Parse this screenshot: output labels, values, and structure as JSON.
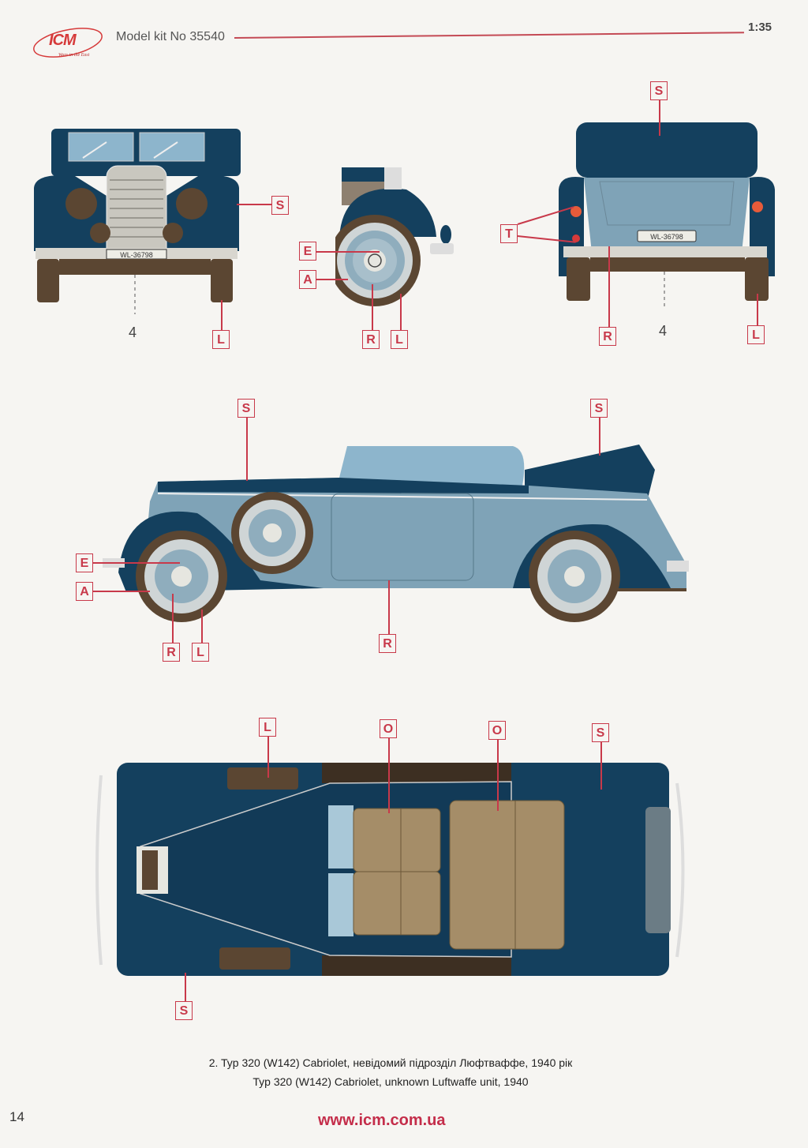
{
  "header": {
    "brand": "ICM",
    "brand_tagline": "Wars in the East",
    "kit_label": "Model kit No 35540",
    "scale": "1:35"
  },
  "views": {
    "front": {
      "license_plate": "WL-36798",
      "dimension_marker": "4",
      "callouts": [
        "S",
        "L"
      ]
    },
    "front_wheel_detail": {
      "callouts": [
        "E",
        "A",
        "R",
        "L"
      ]
    },
    "rear": {
      "license_plate": "WL-36798",
      "dimension_marker": "4",
      "callouts": [
        "S",
        "T",
        "R",
        "L"
      ]
    },
    "side": {
      "callouts": [
        "S",
        "S",
        "E",
        "A",
        "R",
        "L",
        "R"
      ]
    },
    "top": {
      "callouts": [
        "L",
        "O",
        "O",
        "S",
        "S"
      ]
    }
  },
  "colors": {
    "dark_blue": "#14405e",
    "light_blue": "#7fa3b7",
    "tire_brown": "#5b4632",
    "seat_tan": "#a58d68",
    "accent_red": "#c8394a"
  },
  "caption": {
    "line_ua": "2. Typ 320 (W142) Cabriolet, невідомий підрозділ Люфтваффе, 1940 рік",
    "line_en": "Typ 320 (W142) Cabriolet, unknown Luftwaffe unit, 1940"
  },
  "footer": {
    "page_number": "14",
    "url": "www.icm.com.ua"
  }
}
